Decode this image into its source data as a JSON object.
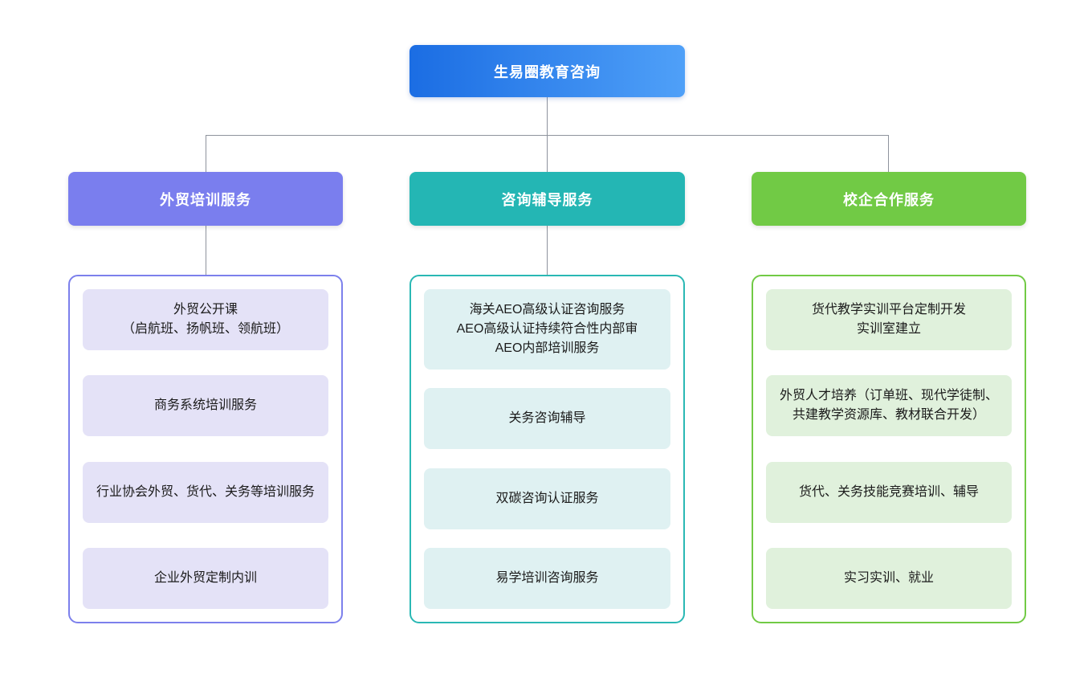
{
  "diagram": {
    "root": {
      "label": "生易圈教育咨询"
    },
    "branches": [
      {
        "label": "外贸培训服务",
        "items": [
          {
            "lines": [
              "外贸公开课",
              "（启航班、扬帆班、领航班）"
            ]
          },
          {
            "lines": [
              "商务系统培训服务"
            ]
          },
          {
            "lines": [
              "行业协会外贸、货代、关务等培训服务"
            ]
          },
          {
            "lines": [
              "企业外贸定制内训"
            ]
          }
        ]
      },
      {
        "label": "咨询辅导服务",
        "items": [
          {
            "lines": [
              "海关AEO高级认证咨询服务",
              "AEO高级认证持续符合性内部审",
              "AEO内部培训服务"
            ]
          },
          {
            "lines": [
              "关务咨询辅导"
            ]
          },
          {
            "lines": [
              "双碳咨询认证服务"
            ]
          },
          {
            "lines": [
              "易学培训咨询服务"
            ]
          }
        ]
      },
      {
        "label": "校企合作服务",
        "items": [
          {
            "lines": [
              "货代教学实训平台定制开发",
              "实训室建立"
            ]
          },
          {
            "lines": [
              "外贸人才培养（订单班、现代学徒制、共建教学资源库、教材联合开发）"
            ]
          },
          {
            "lines": [
              "货代、关务技能竞赛培训、辅导"
            ]
          },
          {
            "lines": [
              "实习实训、就业"
            ]
          }
        ]
      }
    ],
    "colors": {
      "root_gradient_start": "#1b6de3",
      "root_gradient_end": "#4fa0f8",
      "branch1": "#7a7eee",
      "branch1_light": "#e4e2f7",
      "branch2": "#24b6b4",
      "branch2_light": "#dff1f2",
      "branch3": "#71ca45",
      "branch3_light": "#e0f1dc",
      "connector": "#8e939d",
      "text": "#1b1b1b"
    }
  }
}
